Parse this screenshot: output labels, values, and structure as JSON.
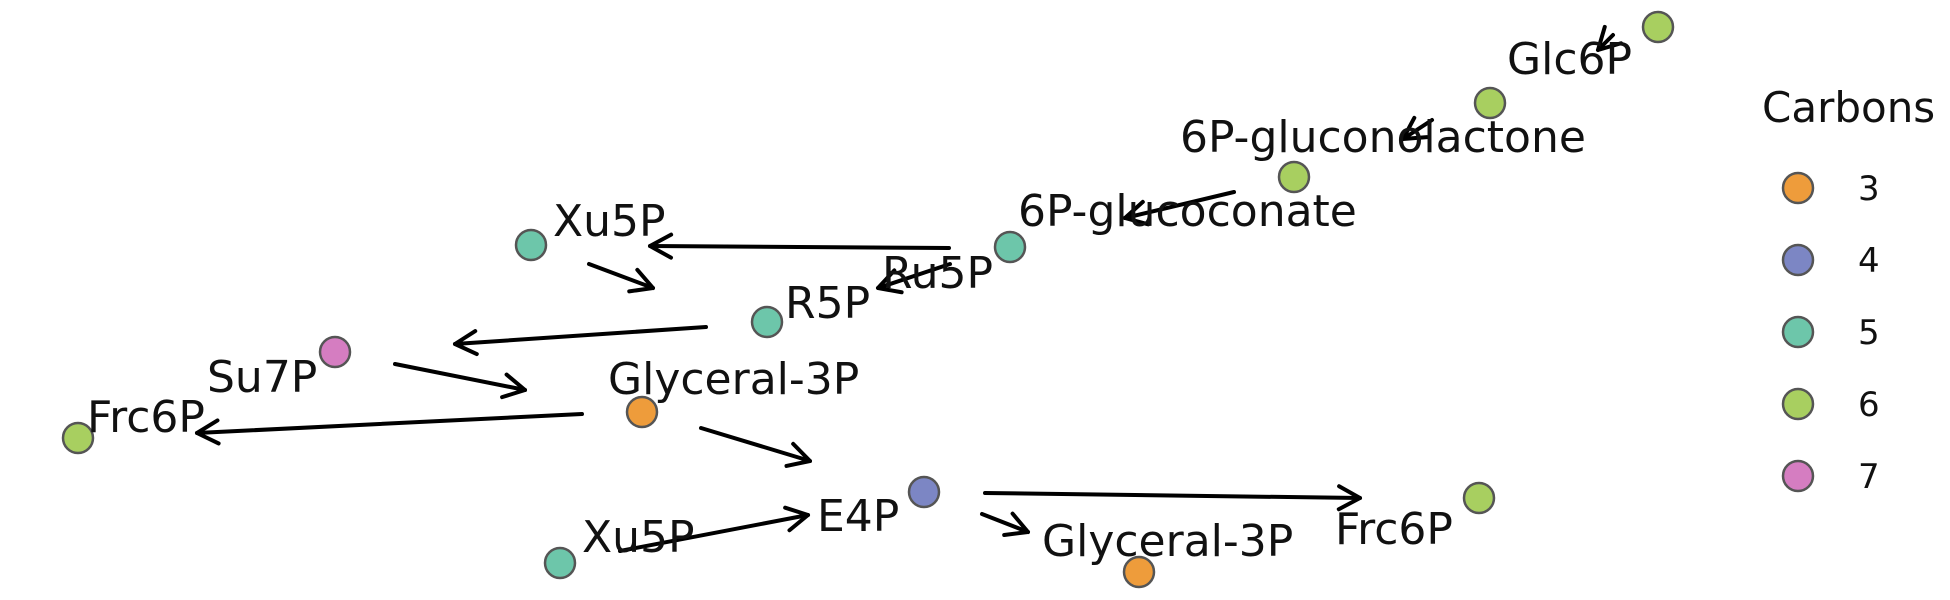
{
  "legend": {
    "title": "Carbons",
    "items": [
      {
        "label": "3",
        "color": "#ee9c3b"
      },
      {
        "label": "4",
        "color": "#7c86c4"
      },
      {
        "label": "5",
        "color": "#6dc6aa"
      },
      {
        "label": "6",
        "color": "#a8cf60"
      },
      {
        "label": "7",
        "color": "#d57dc1"
      }
    ]
  },
  "nodes": [
    {
      "id": "glc6p",
      "label": "Glc6P",
      "carbons": 6
    },
    {
      "id": "gluconolactone",
      "label": "6P-gluconolactone",
      "carbons": 6
    },
    {
      "id": "gluconate",
      "label": "6P-glucoconate",
      "carbons": 6
    },
    {
      "id": "ru5p",
      "label": "Ru5P",
      "carbons": 5
    },
    {
      "id": "xu5p-a",
      "label": "Xu5P",
      "carbons": 5
    },
    {
      "id": "r5p",
      "label": "R5P",
      "carbons": 5
    },
    {
      "id": "su7p",
      "label": "Su7P",
      "carbons": 7
    },
    {
      "id": "glyceral3p-a",
      "label": "Glyceral-3P",
      "carbons": 3
    },
    {
      "id": "frc6p-a",
      "label": "Frc6P",
      "carbons": 6
    },
    {
      "id": "e4p",
      "label": "E4P",
      "carbons": 4
    },
    {
      "id": "xu5p-b",
      "label": "Xu5P",
      "carbons": 5
    },
    {
      "id": "glyceral3p-b",
      "label": "Glyceral-3P",
      "carbons": 3
    },
    {
      "id": "frc6p-b",
      "label": "Frc6P",
      "carbons": 6
    }
  ],
  "edges": [
    {
      "from": "glc6p",
      "to": "gluconolactone"
    },
    {
      "from": "gluconolactone",
      "to": "gluconate"
    },
    {
      "from": "gluconate",
      "to": "ru5p"
    },
    {
      "from": "ru5p",
      "to": "xu5p-a"
    },
    {
      "from": "ru5p",
      "to": "r5p"
    },
    {
      "from": "xu5p-a",
      "to": "su7p"
    },
    {
      "from": "r5p",
      "to": "su7p"
    },
    {
      "from": "su7p",
      "to": "glyceral3p-a"
    },
    {
      "from": "glyceral3p-a",
      "to": "frc6p-a"
    },
    {
      "from": "glyceral3p-a",
      "to": "e4p"
    },
    {
      "from": "xu5p-b",
      "to": "e4p"
    },
    {
      "from": "e4p",
      "to": "frc6p-b"
    },
    {
      "from": "e4p",
      "to": "glyceral3p-b"
    }
  ]
}
